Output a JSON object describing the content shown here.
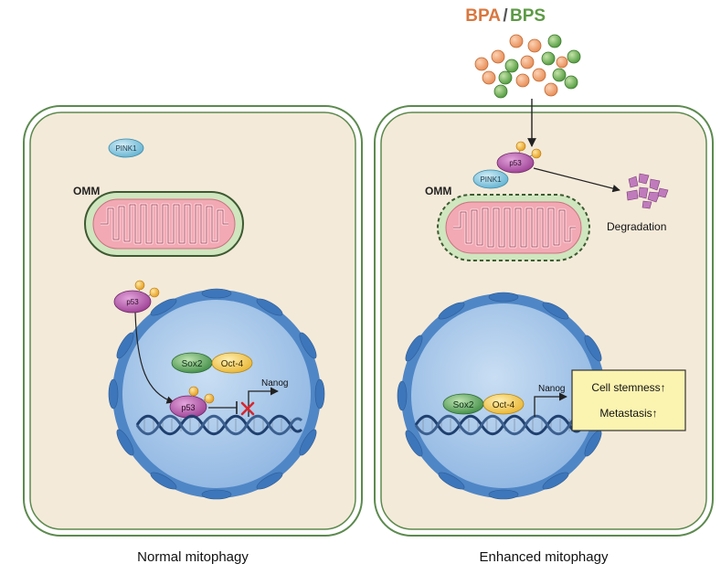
{
  "title": {
    "bpa": "BPA",
    "slash": "/",
    "bps": "BPS"
  },
  "left_panel": {
    "caption": "Normal mitophagy",
    "omm_label": "OMM",
    "pink1_label": "PINK1",
    "p53_label": "p53",
    "p53_nucleus_label": "p53",
    "sox2_label": "Sox2",
    "oct4_label": "Oct-4",
    "nanog_label": "Nanog"
  },
  "right_panel": {
    "caption": "Enhanced mitophagy",
    "omm_label": "OMM",
    "pink1_label": "PINK1",
    "p53_label": "p53",
    "degradation_label": "Degradation",
    "sox2_label": "Sox2",
    "oct4_label": "Oct-4",
    "nanog_label": "Nanog",
    "outcome_1": "Cell stemness↑",
    "outcome_2": "Metastasis↑"
  },
  "colors": {
    "bpa": "#d9773e",
    "bps": "#5c9a45",
    "cell_fill": "#f4ead9",
    "cell_border": "#5c8a4e",
    "nucleus": "#a8c8ea",
    "nuclear_envelope": "#4f86c6",
    "mito_matrix": "#f2a9b4",
    "p53": "#b25aa8",
    "pink1": "#7cc4dc",
    "sox2": "#5aa45c",
    "oct4": "#f1c64c",
    "phosphate": "#f0b030",
    "outcome_box": "#fbf3b0",
    "inhibition_x": "#d8262e"
  },
  "icons": [
    "phosphate-icon",
    "dna-helix-icon",
    "mitochondrion-icon",
    "inhibition-cross-icon"
  ]
}
